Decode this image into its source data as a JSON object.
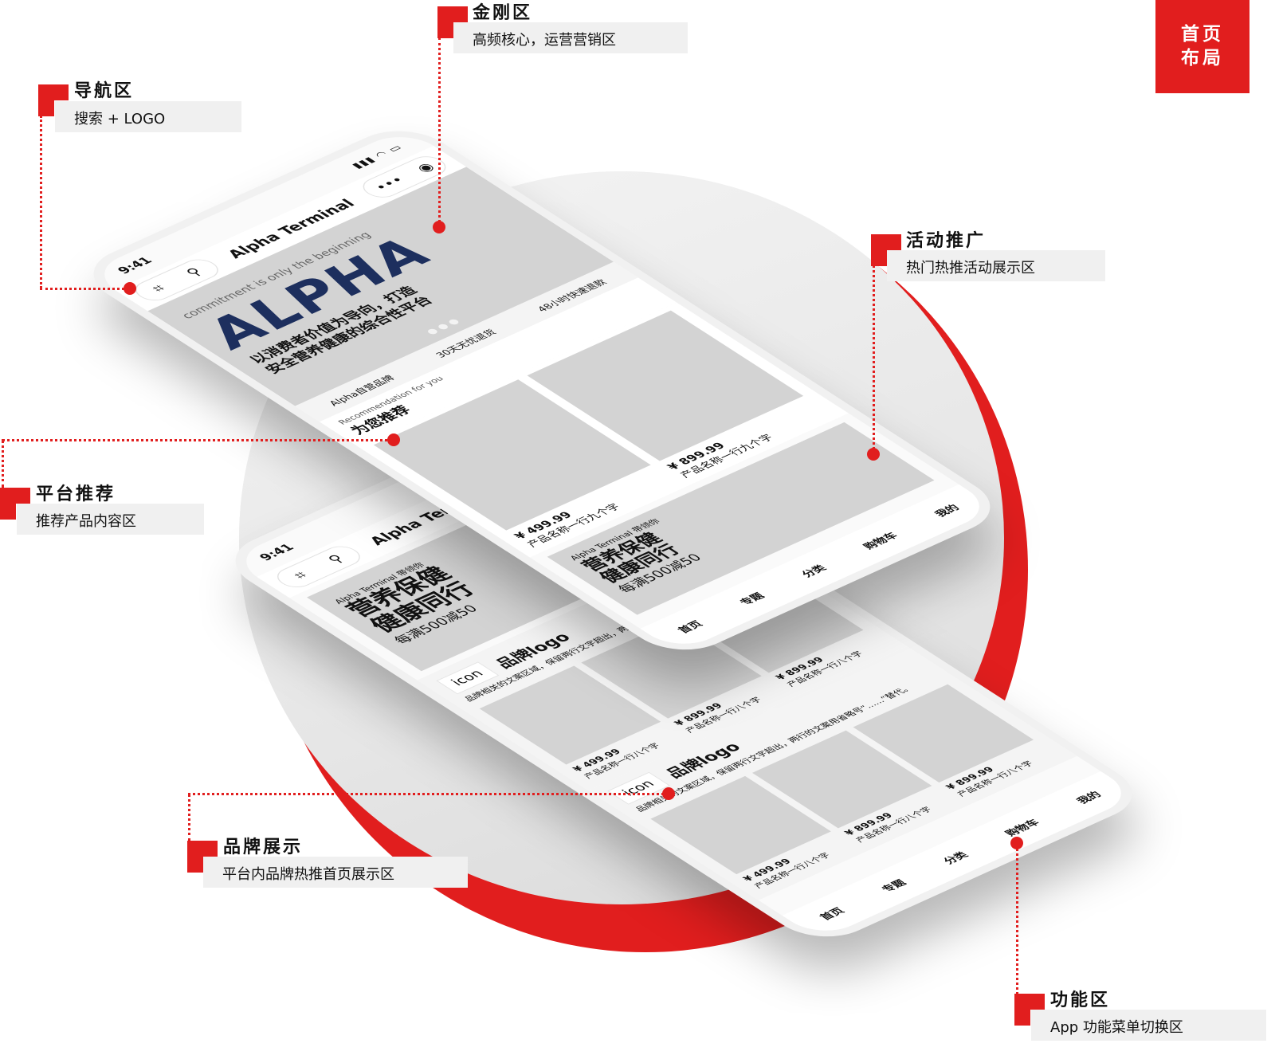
{
  "badge": {
    "line1": "首页",
    "line2": "布局"
  },
  "annotations": [
    {
      "title": "金刚区",
      "subtitle": "高频核心，运营营销区"
    },
    {
      "title": "导航区",
      "subtitle": "搜索 + LOGO"
    },
    {
      "title": "活动推广",
      "subtitle": "热门热推活动展示区"
    },
    {
      "title": "平台推荐",
      "subtitle": "推荐产品内容区"
    },
    {
      "title": "品牌展示",
      "subtitle": "平台内品牌热推首页展示区"
    },
    {
      "title": "功能区",
      "subtitle": "App 功能菜单切换区"
    }
  ],
  "phone": {
    "time": "9:41",
    "signal": "▮▮▮ ◠ ▭",
    "title": "Alpha Terminal",
    "banner": {
      "tagline": "commitment is only the beginning",
      "logo": "ALPHA",
      "slogan1": "以消费者价值为导向，打造",
      "slogan2": "安全营养健康的综合性平台",
      "dots": "● ● ●"
    },
    "features": [
      "Alpha自营品牌",
      "30天无忧退货",
      "48小时快速退款"
    ],
    "section": {
      "subtitle": "Recommendation for you",
      "title": "为您推荐"
    },
    "products": [
      {
        "price": "¥ 499.99",
        "name": "产品名称一行九个字"
      },
      {
        "price": "¥ 899.99",
        "name": "产品名称一行九个字"
      }
    ],
    "promo": {
      "small": "Alpha Terminal 带领你",
      "line1": "营养保健",
      "line2": "健康同行",
      "offer": "每满500减50"
    },
    "brand": {
      "icon": "icon",
      "title": "品牌logo",
      "desc": "品牌相关的文案区域，保留两行文字超出，两行的文案用省略号“……”替代。",
      "products": [
        {
          "price": "¥ 499.99",
          "name": "产品名称一行八个字"
        },
        {
          "price": "¥ 899.99",
          "name": "产品名称一行八个字"
        },
        {
          "price": "¥ 899.99",
          "name": "产品名称一行八个字"
        }
      ]
    },
    "tabs": [
      "首页",
      "专题",
      "分类",
      "购物车",
      "我的"
    ]
  },
  "colors": {
    "accent": "#e11e1e",
    "logo": "#1d2f5e",
    "placeholder": "#d3d3d3"
  }
}
